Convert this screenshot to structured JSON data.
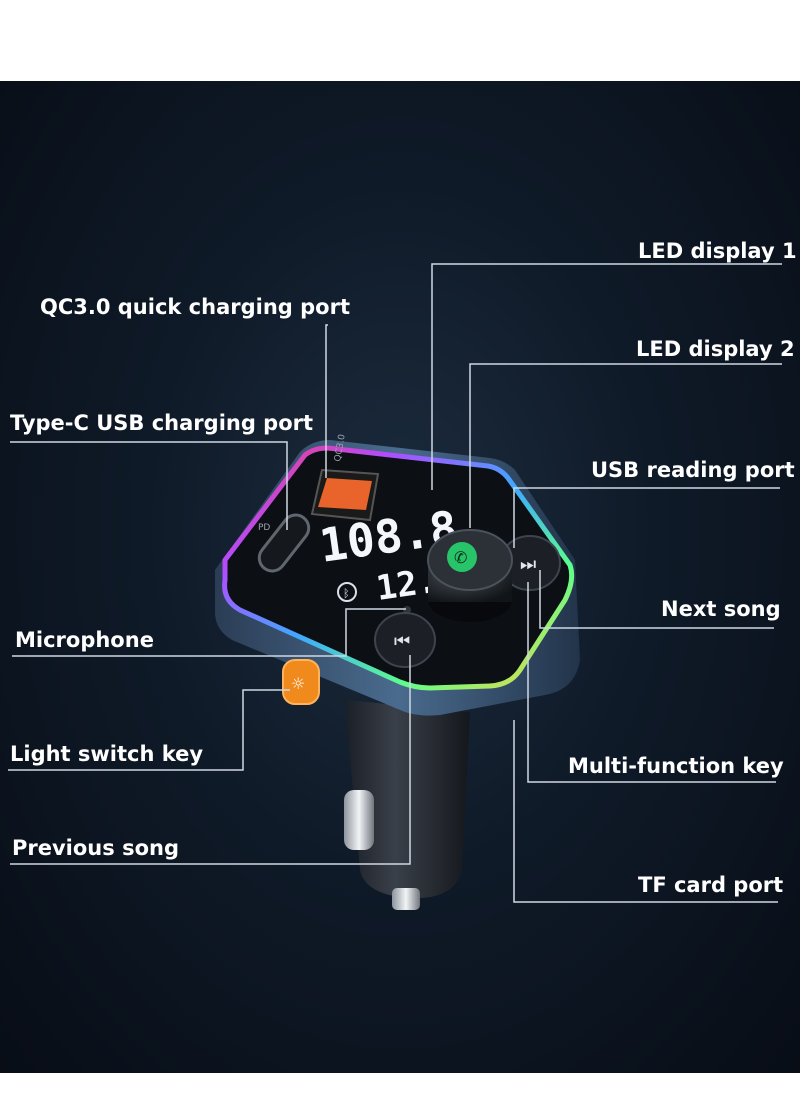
{
  "labels": {
    "led_display_1": "LED display 1",
    "led_display_2": "LED display 2",
    "qc30_port": "QC3.0 quick charging port",
    "type_c_port": "Type-C USB charging port",
    "usb_reading_port": "USB reading port",
    "next_song": "Next song",
    "microphone": "Microphone",
    "light_switch_key": "Light switch key",
    "multi_function_key": "Multi-function key",
    "previous_song": "Previous song",
    "tf_card_port": "TF card port"
  },
  "device": {
    "pd_mark": "PD",
    "qc_mark": "QC3.0",
    "display_1": "108.8",
    "display_2": "12.5"
  },
  "colors": {
    "background": "#0f1a28",
    "leader_line": "#cfd8e3",
    "label_text": "#ffffff",
    "light_key": "#f08a1c",
    "qc_port": "#e8642a",
    "phone_icon": "#28c46a"
  }
}
